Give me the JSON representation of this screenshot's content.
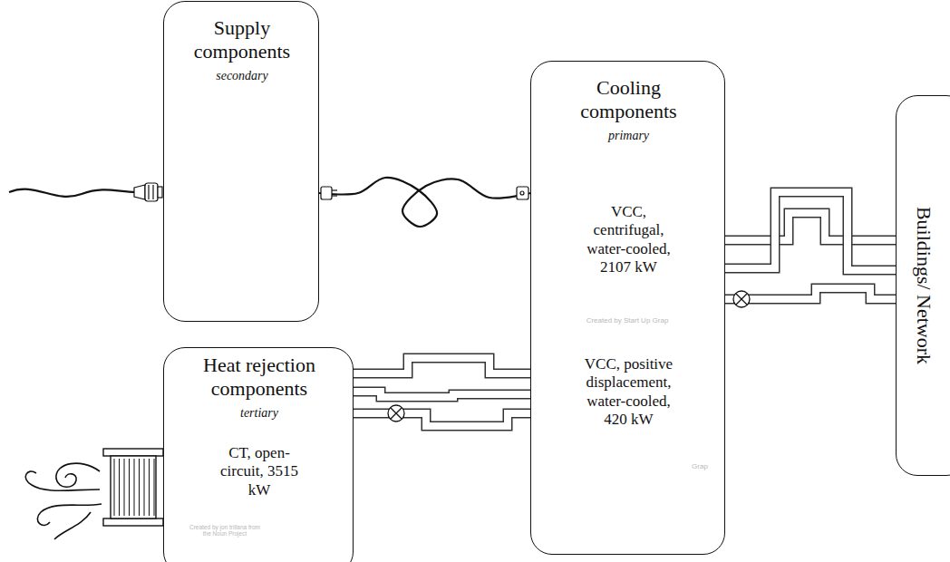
{
  "diagram": {
    "nodes": [
      {
        "text": [
          "Supply components",
          "secondary"
        ]
      },
      {
        "text": [
          "Cooling components",
          "primary",
          "VCC, centrifugal, water-cooled, 2107 kW",
          "VCC, positive displacement, water-cooled, 420 kW"
        ]
      },
      {
        "text": [
          "Heat rejection components",
          "tertiary",
          "CT, open-circuit, 3515 kW"
        ]
      },
      {
        "text": [
          "Buildings/ Network"
        ]
      }
    ],
    "edges": [
      {
        "from": 0,
        "to": 1,
        "arrow": "none"
      },
      {
        "from": 1,
        "to": 3,
        "arrow": "none"
      },
      {
        "from": 2,
        "to": 1,
        "arrow": "none"
      }
    ],
    "labels": [
      "Created by Start Up Grap",
      "Grap",
      "Created by jon trillana from the Noun Project"
    ]
  }
}
